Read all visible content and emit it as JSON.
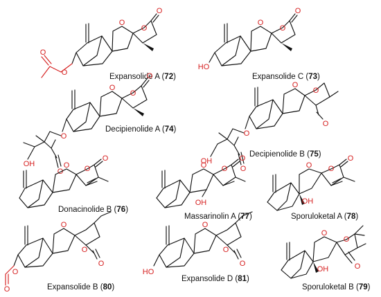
{
  "atoms": {
    "oxygen": "O",
    "hydroxyl": "OH",
    "hydroxyl_left": "HO"
  },
  "colors": {
    "heteroatom": "#d62020",
    "bond": "#111111"
  },
  "compounds": [
    {
      "name": "Expansolide A",
      "number": "72"
    },
    {
      "name": "Expansolide C",
      "number": "73"
    },
    {
      "name": "Decipienolide A",
      "number": "74"
    },
    {
      "name": "Decipienolide B",
      "number": "75"
    },
    {
      "name": "Donacinolide B",
      "number": "76"
    },
    {
      "name": "Massarinolin A",
      "number": "77"
    },
    {
      "name": "Sporuloketal A",
      "number": "78"
    },
    {
      "name": "Expansolide B",
      "number": "80"
    },
    {
      "name": "Expansolide D",
      "number": "81"
    },
    {
      "name": "Sporuloketal B",
      "number": "79"
    }
  ]
}
